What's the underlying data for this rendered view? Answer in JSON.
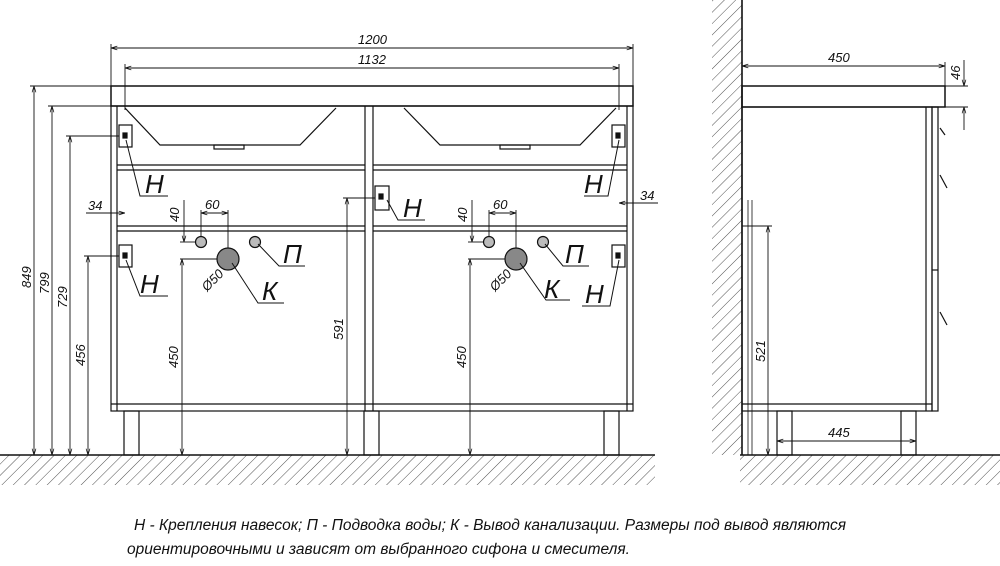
{
  "front_view": {
    "dimensions": {
      "width_overall": "1200",
      "width_inner": "1132",
      "height_total": "849",
      "height_top": "799",
      "height_upper_mount": "729",
      "height_lower_mount": "456",
      "side_offset_left": "34",
      "side_offset_right": "34",
      "pipe_spacing_left": "60",
      "pipe_spacing_right": "60",
      "pipe_vertical_left": "40",
      "pipe_vertical_right": "40",
      "drain_height_left": "450",
      "drain_height_right": "450",
      "center_mount_height": "591",
      "drain_diameter_left": "Ø50",
      "drain_diameter_right": "Ø50"
    },
    "labels": {
      "n_upper_left": "Н",
      "n_lower_left": "Н",
      "n_center": "Н",
      "n_upper_right": "Н",
      "n_lower_right": "Н",
      "p_left": "П",
      "p_right": "П",
      "k_left": "К",
      "k_right": "К"
    }
  },
  "side_view": {
    "dimensions": {
      "depth_top": "450",
      "top_thickness": "46",
      "body_height": "521",
      "depth_base": "445"
    }
  },
  "legend": {
    "line1": "Н - Крепления навесок; П - Подводка воды; К - Вывод канализации. Размеры под вывод являются",
    "line2": "ориентировочными и зависят от выбранного сифона и смесителя."
  },
  "colors": {
    "line": "#111111",
    "pipe_fill": "#bbbbbb",
    "drain_fill": "#888888"
  }
}
